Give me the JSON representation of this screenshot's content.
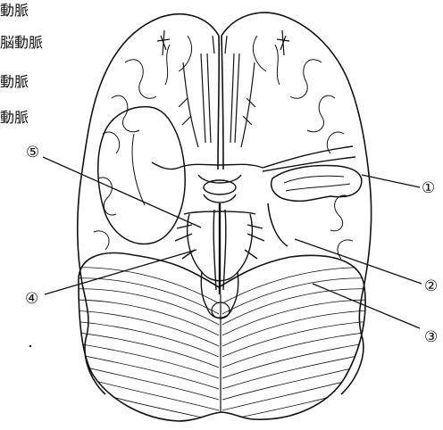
{
  "legend": {
    "items": [
      {
        "text": "動脈"
      },
      {
        "text": "脳動脈"
      },
      {
        "text": "動脈"
      },
      {
        "text": "動脈"
      }
    ]
  },
  "callouts": [
    {
      "label": "①"
    },
    {
      "label": "②"
    },
    {
      "label": "③"
    },
    {
      "label": "④"
    },
    {
      "label": "⑤"
    }
  ]
}
